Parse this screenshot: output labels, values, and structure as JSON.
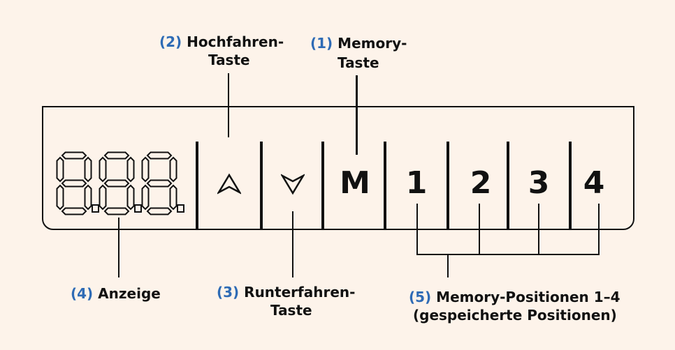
{
  "display": {
    "digits": [
      "8",
      "8",
      "8"
    ]
  },
  "keys": {
    "memory": "M",
    "positions": [
      "1",
      "2",
      "3",
      "4"
    ]
  },
  "labels": {
    "memory": {
      "num": "(1)",
      "line1": "Memory-",
      "line2": "Taste"
    },
    "up": {
      "num": "(2)",
      "line1": "Hochfahren-",
      "line2": "Taste"
    },
    "down": {
      "num": "(3)",
      "line1": "Runterfahren-",
      "line2": "Taste"
    },
    "display": {
      "num": "(4)",
      "line1": "Anzeige"
    },
    "positions": {
      "num": "(5)",
      "line1": "Memory-Positionen 1–4",
      "line2": "(gespeicherte Positionen)"
    }
  },
  "icons": {
    "up": "chevron-up-icon",
    "down": "chevron-down-icon"
  },
  "colors": {
    "background": "#fdf3ea",
    "accent": "#2e6bb5",
    "ink": "#111111"
  }
}
